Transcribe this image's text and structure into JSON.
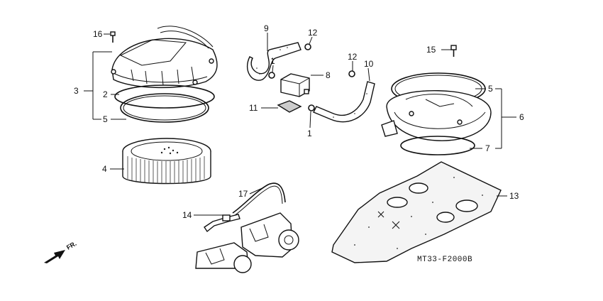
{
  "diagram": {
    "code": "MT33-F2000B",
    "direction_label": "FR.",
    "callouts": [
      {
        "id": "c16",
        "text": "16"
      },
      {
        "id": "c3",
        "text": "3"
      },
      {
        "id": "c2",
        "text": "2"
      },
      {
        "id": "c5a",
        "text": "5"
      },
      {
        "id": "c4",
        "text": "4"
      },
      {
        "id": "c9",
        "text": "9"
      },
      {
        "id": "c12a",
        "text": "12"
      },
      {
        "id": "c1a",
        "text": "1"
      },
      {
        "id": "c8",
        "text": "8"
      },
      {
        "id": "c12b",
        "text": "12"
      },
      {
        "id": "c10",
        "text": "10"
      },
      {
        "id": "c11",
        "text": "11"
      },
      {
        "id": "c1b",
        "text": "1"
      },
      {
        "id": "c15",
        "text": "15"
      },
      {
        "id": "c5b",
        "text": "5"
      },
      {
        "id": "c6",
        "text": "6"
      },
      {
        "id": "c7",
        "text": "7"
      },
      {
        "id": "c17",
        "text": "17"
      },
      {
        "id": "c14",
        "text": "14"
      },
      {
        "id": "c13",
        "text": "13"
      }
    ]
  }
}
